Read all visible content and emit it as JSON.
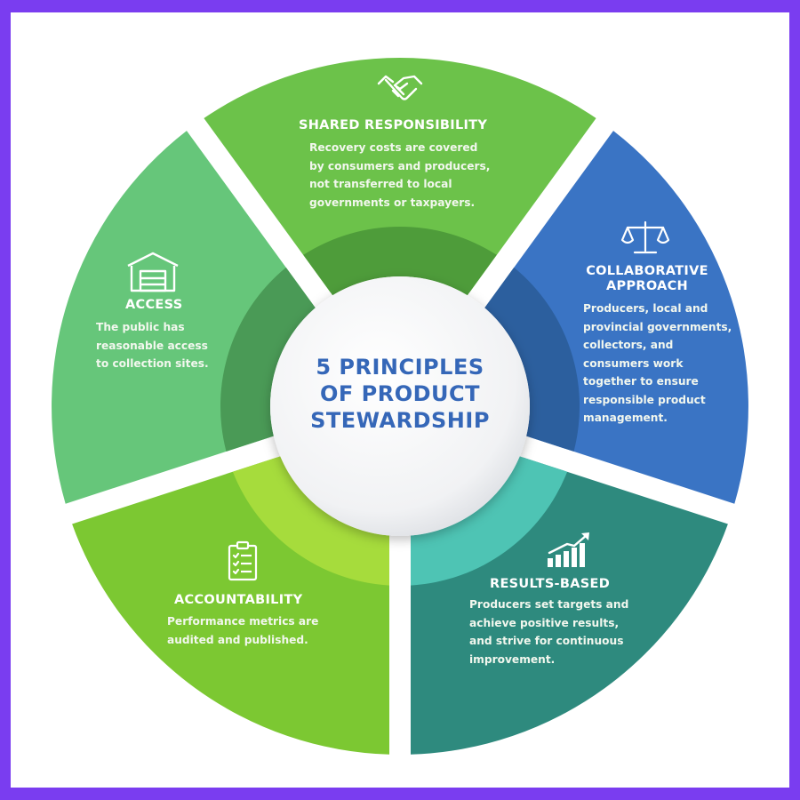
{
  "center": {
    "lines": [
      "5 PRINCIPLES",
      "OF PRODUCT",
      "STEWARDSHIP"
    ]
  },
  "segments": [
    {
      "id": "shared",
      "icon": "handshake-icon",
      "title": "SHARED RESPONSIBILITY",
      "lines": [
        "Recovery costs are covered",
        "by consumers and producers,",
        "not transferred to local",
        "governments or taxpayers."
      ],
      "color": "#6cc24a",
      "inner_color": "#4e9c3a"
    },
    {
      "id": "collaborative",
      "icon": "scales-icon",
      "title_lines": [
        "COLLABORATIVE",
        "APPROACH"
      ],
      "lines": [
        "Producers, local and",
        "provincial governments,",
        "collectors, and",
        "consumers work",
        "together to ensure",
        "responsible product",
        "management."
      ],
      "color": "#3a74c4",
      "inner_color": "#2c5f9e"
    },
    {
      "id": "results",
      "icon": "growth-chart-icon",
      "title": "RESULTS-BASED",
      "lines": [
        "Producers set targets and",
        "achieve positive results,",
        "and strive for continuous",
        "improvement."
      ],
      "color": "#2e8a7e",
      "inner_color": "#4ec4b4"
    },
    {
      "id": "accountability",
      "icon": "clipboard-checklist-icon",
      "title": "ACCOUNTABILITY",
      "lines": [
        "Performance metrics are",
        "audited and published."
      ],
      "color": "#7cc832",
      "inner_color": "#a6dc3c"
    },
    {
      "id": "access",
      "icon": "warehouse-icon",
      "title": "ACCESS",
      "lines": [
        "The public has",
        "reasonable access",
        "to collection sites."
      ],
      "color": "#66c67a",
      "inner_color": "#4a9a56"
    }
  ]
}
